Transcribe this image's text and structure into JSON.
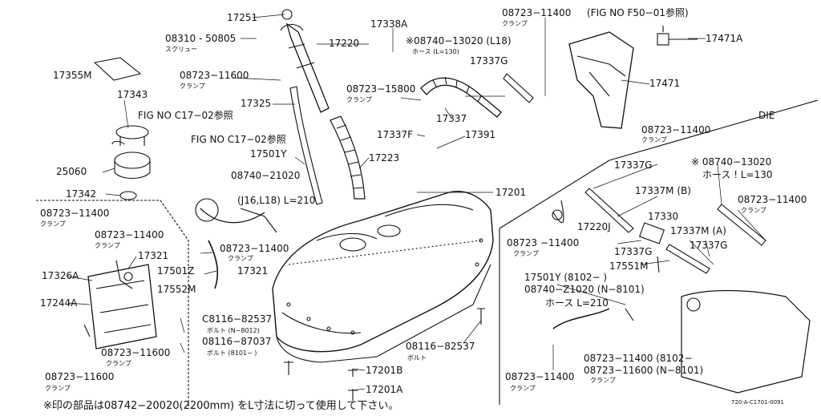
{
  "labels": {
    "p17251": "17251",
    "p17220": "17220",
    "p17338A": "17338A",
    "p08310": "08310 - 50805",
    "screw": "スクリュー",
    "p08740_13020_L18": "※08740−13020 (L18)",
    "hose_L130": "ホース   (L=130)",
    "p17355M": "17355M",
    "p08723_11600_a": "08723−11600",
    "clamp_a": "クランプ",
    "p17343": "17343",
    "p17325": "17325",
    "p08723_15800": "08723−15800",
    "clamp_b": "クランプ",
    "fig_c1702_a": "FIG NO C17−02参照",
    "p17337G_a": "17337G",
    "p17337": "17337",
    "p17337F": "17337F",
    "p17391": "17391",
    "p08723_11400_top": "08723−11400",
    "clamp_top": "クランプ",
    "fig_f5001": "(FIG NO F50−01参照)",
    "p17471A": "17471A",
    "p17471": "17471",
    "die": "DIE",
    "fig_c1702_b": "FIG NO C17−02参照",
    "p17501Y_a": "17501Y",
    "p25060": "25060",
    "p08740_21020": "08740−21020",
    "hose_j16": "(J16,L18) L=210",
    "p17223": "17223",
    "p17342": "17342",
    "p17201": "17201",
    "p08723_11400_left": "08723−11400",
    "clamp_left": "クランプ",
    "p08723_11400_l2": "08723−11400",
    "clamp_l2": "クランプ",
    "p17321_a": "17321",
    "p17501Z": "17501Z",
    "p17326A": "17326A",
    "p17552M": "17552M",
    "p17244A": "17244A",
    "p08723_11400_mid": "08723−11400",
    "clamp_mid": "クランプ",
    "p17321_b": "17321",
    "p08116_82537_a": "C8116−82537",
    "bolt_a": "ボルト (N−8012)",
    "p08116_87037": "08116−87037",
    "bolt_b": "ボルト (8101− )",
    "p08723_11600_b": "08723−11600",
    "clamp_c": "クランプ",
    "p08723_11600_c": "08723−11600",
    "clamp_d": "クランプ",
    "p08116_82537_b": "08116−82537",
    "bolt_c": "ボルト",
    "p17201B": "17201B",
    "p17201A": "17201A",
    "r08723_11400_a": "08723−11400",
    "r_clamp_a": "クランプ",
    "r08740_13020": "※ 08740−13020",
    "r_hose": "ホース ! L=130",
    "r17337G_a": "17337G",
    "r17337M_B": "17337M (B)",
    "r08723_11400_b": "08723−11400",
    "r_clamp_b": "クランプ",
    "r17220J": "17220J",
    "r17330": "17330",
    "r17337M_A": "17337M (A)",
    "r08723_11400_c": "08723 −11400",
    "r_clamp_c": "クランプ",
    "r17337G_b": "17337G",
    "r17337G_c": "17337G",
    "r17551M": "17551M",
    "r17501Y": "17501Y (8102−   )",
    "r08740_21020": "08740−Z1020 (N−8101)",
    "r_hose_b": "ホース L=210",
    "r08723_11400_d": "08723−11400 (8102−",
    "r08723_11600": "08723−11600 (N−8101)",
    "r_clamp_d": "クランプ",
    "r08723_11400_e": "08723−11400",
    "r_clamp_e": "クランプ"
  },
  "footer_note": "※印の部品は08742−20020(2200mm) をL寸法に切って使用して下さい。",
  "drawing_code": "720-A-C1701-0091"
}
